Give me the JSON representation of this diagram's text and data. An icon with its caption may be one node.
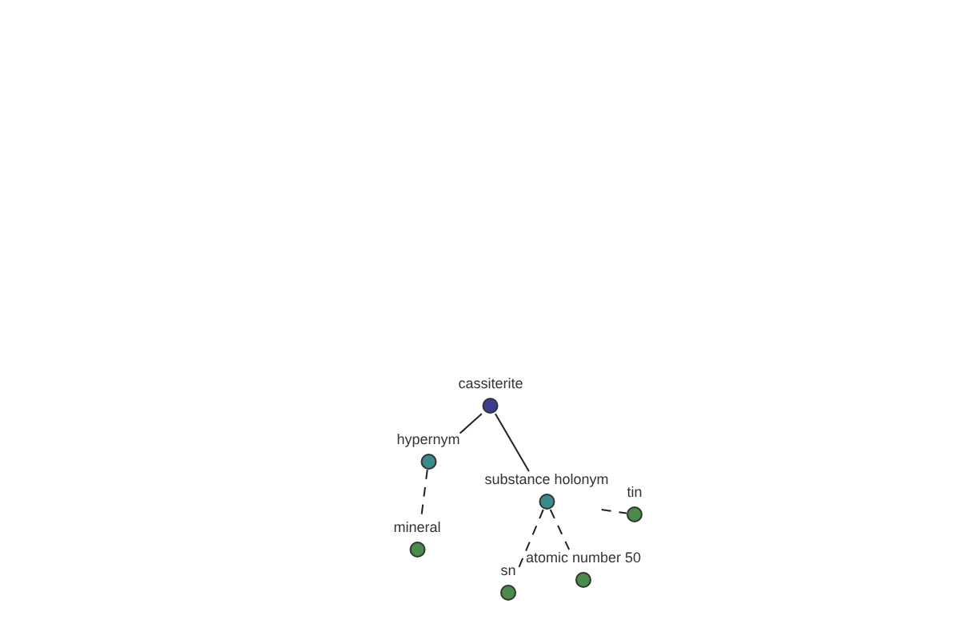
{
  "diagram": {
    "nodes": [
      {
        "text": [
          "cassiterite"
        ]
      },
      {
        "text": [
          "hypernym"
        ]
      },
      {
        "text": [
          "substance holonym"
        ]
      },
      {
        "text": [
          "mineral"
        ]
      },
      {
        "text": [
          "tin"
        ]
      },
      {
        "text": [
          "sn"
        ]
      },
      {
        "text": [
          "atomic number 50"
        ]
      }
    ],
    "edges": [
      {
        "from": 0,
        "to": 1,
        "arrow": "none"
      },
      {
        "from": 0,
        "to": 2,
        "arrow": "none"
      },
      {
        "from": 1,
        "to": 3,
        "arrow": "none",
        "style": "dashed"
      },
      {
        "from": 2,
        "to": 4,
        "arrow": "none",
        "style": "dashed"
      },
      {
        "from": 2,
        "to": 5,
        "arrow": "none",
        "style": "dashed"
      },
      {
        "from": 2,
        "to": 6,
        "arrow": "none",
        "style": "dashed"
      }
    ]
  }
}
